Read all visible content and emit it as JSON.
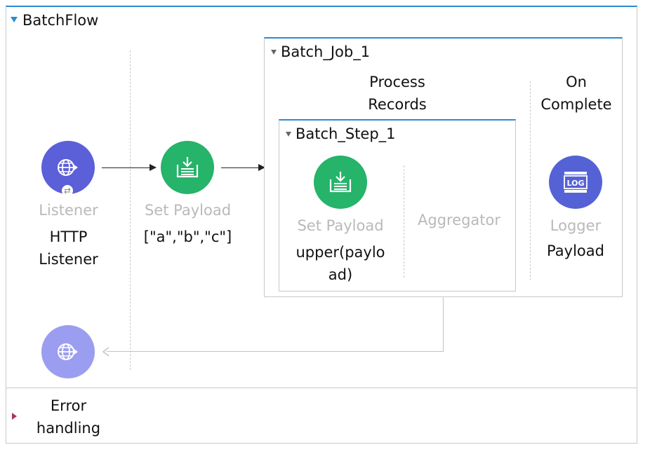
{
  "flow": {
    "title": "BatchFlow",
    "error_handling": {
      "line1": "Error",
      "line2": "handling"
    }
  },
  "listener": {
    "type_label": "Listener",
    "name_line1": "HTTP",
    "name_line2": "Listener",
    "icon": "globe-arrow-icon"
  },
  "set_payload_main": {
    "type_label": "Set Payload",
    "value": "[\"a\",\"b\",\"c\"]",
    "icon": "set-payload-icon"
  },
  "batch_job": {
    "title": "Batch_Job_1",
    "process_records": {
      "line1": "Process",
      "line2": "Records"
    },
    "on_complete": {
      "line1": "On",
      "line2": "Complete"
    },
    "batch_step": {
      "title": "Batch_Step_1",
      "set_payload": {
        "type_label": "Set Payload",
        "value_line1": "upper(paylo",
        "value_line2": "ad)"
      },
      "aggregator_label": "Aggregator"
    },
    "logger": {
      "type_label": "Logger",
      "value": "Payload",
      "icon_text": "LOG"
    }
  },
  "colors": {
    "accent": "#2b8bd1",
    "listener": "#5b5fd8",
    "set_payload": "#26b36a",
    "logger": "#5562d6",
    "response": "#9b9df0"
  }
}
